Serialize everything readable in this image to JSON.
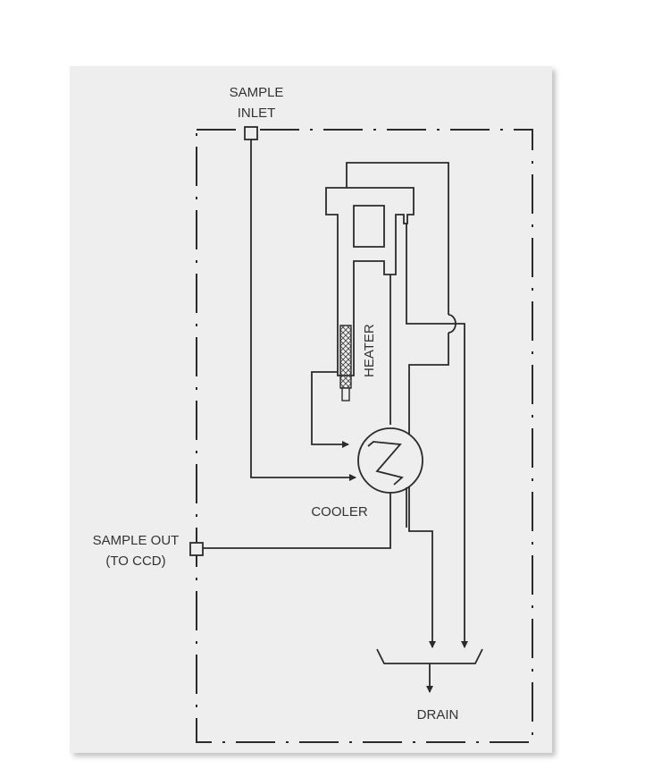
{
  "labels": {
    "sample_inlet_line1": "SAMPLE",
    "sample_inlet_line2": "INLET",
    "heater": "HEATER",
    "cooler": "COOLER",
    "sample_out_line1": "SAMPLE  OUT",
    "sample_out_line2": "(TO  CCD)",
    "drain": "DRAIN"
  },
  "colors": {
    "panel": "#eeeeee",
    "line": "#2b2b2b"
  }
}
